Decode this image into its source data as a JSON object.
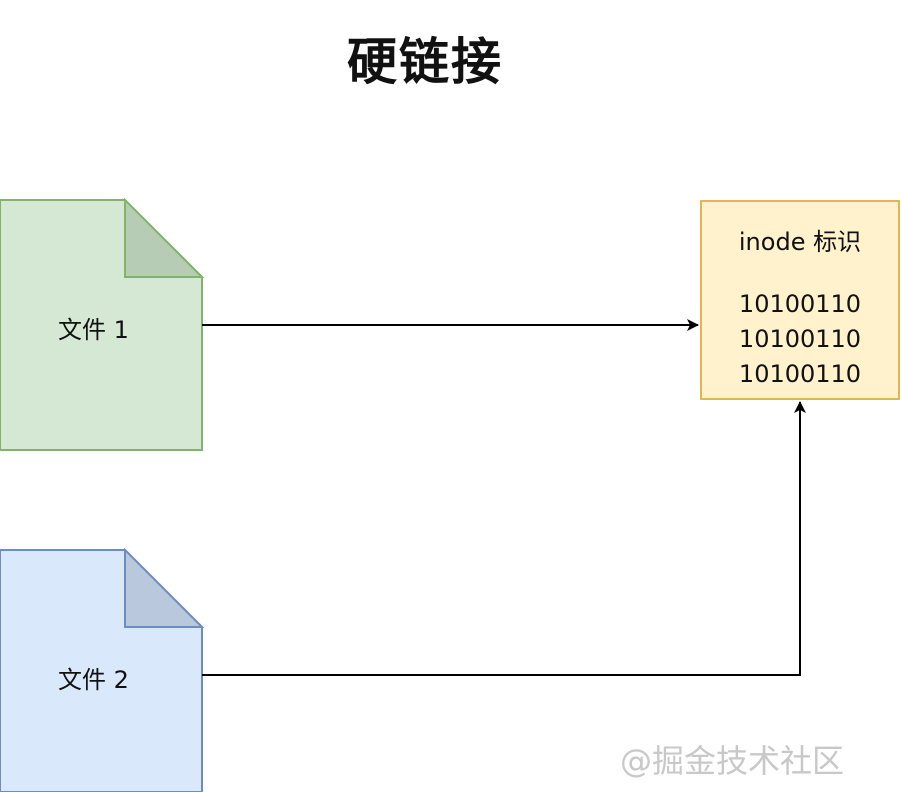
{
  "diagram": {
    "title": "硬链接",
    "file1": {
      "label": "文件 1",
      "fill": "#d5e8d4",
      "stroke": "#82b366"
    },
    "file2": {
      "label": "文件 2",
      "fill": "#dae8fc",
      "stroke": "#6c8ebf"
    },
    "inode": {
      "title": "inode 标识",
      "lines": [
        "10100110",
        "10100110",
        "10100110"
      ],
      "fill": "#fff2cc",
      "stroke": "#d6b656"
    },
    "edges": [
      {
        "from": "文件 1",
        "to": "inode 标识"
      },
      {
        "from": "文件 2",
        "to": "inode 标识"
      }
    ]
  },
  "watermark": "@掘金技术社区"
}
